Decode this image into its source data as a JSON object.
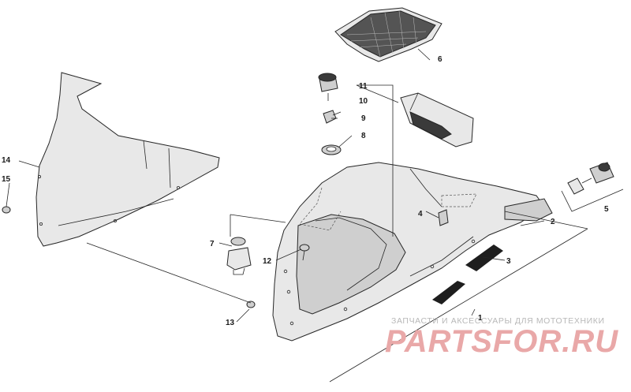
{
  "diagram": {
    "callouts": [
      "1",
      "2",
      "3",
      "4",
      "5",
      "6",
      "7",
      "8",
      "9",
      "10",
      "11",
      "12",
      "13",
      "14",
      "15"
    ]
  },
  "watermark": {
    "tagline": "ЗАПЧАСТИ И АКСЕССУАРЫ ДЛЯ МОТОТЕХНИКИ",
    "brand": "PARTSFOR.RU",
    "brand_color": "#e9a8a8"
  }
}
